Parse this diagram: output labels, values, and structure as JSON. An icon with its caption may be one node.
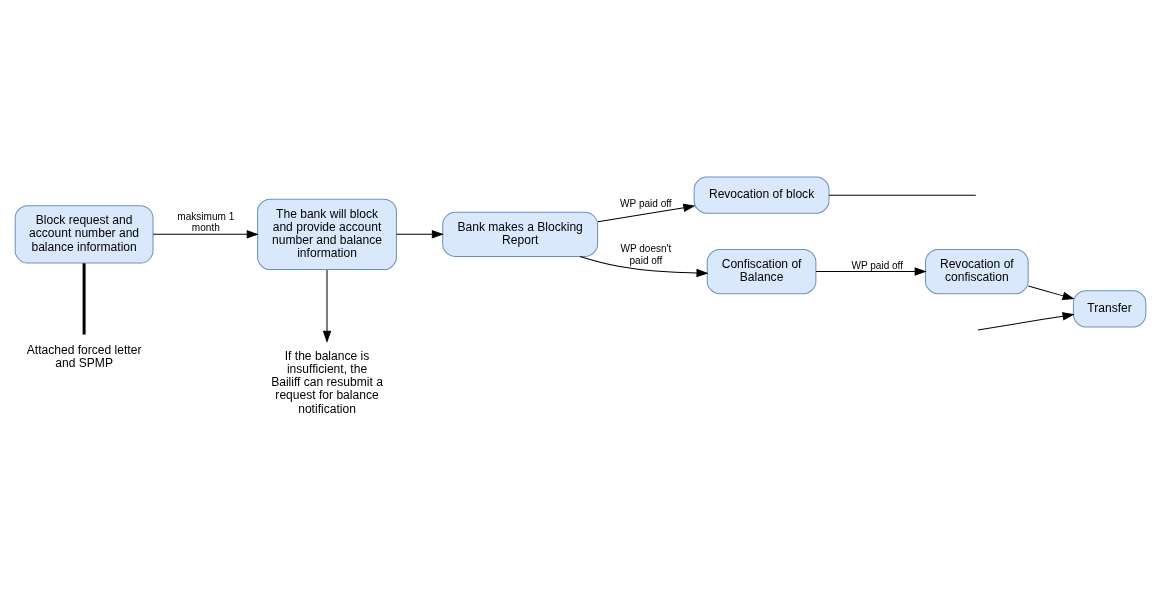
{
  "diagram": {
    "nodes": [
      {
        "text": [
          "Block request and account number and balance information"
        ]
      },
      {
        "text": [
          "Attached forced letter and SPMP"
        ]
      },
      {
        "text": [
          "The bank will block and provide account number and balance information"
        ]
      },
      {
        "text": [
          "If the balance is insufficient, the Bailiff can resubmit a request for balance notification"
        ]
      },
      {
        "text": [
          "Bank makes a Blocking Report"
        ]
      },
      {
        "text": [
          "Revocation of block"
        ]
      },
      {
        "text": [
          "Confiscation of Balance"
        ]
      },
      {
        "text": [
          "Revocation of confiscation"
        ]
      },
      {
        "text": [
          "Transfer"
        ]
      }
    ],
    "edges": [
      {
        "from": 0,
        "to": 1,
        "arrow": "none",
        "style": "thick"
      },
      {
        "from": 0,
        "to": 2,
        "arrow": "to",
        "label": "maksimum 1 month"
      },
      {
        "from": 2,
        "to": 3,
        "arrow": "to"
      },
      {
        "from": 2,
        "to": 4,
        "arrow": "to"
      },
      {
        "from": 4,
        "to": 5,
        "arrow": "to",
        "label": "WP paid off"
      },
      {
        "from": 4,
        "to": 6,
        "arrow": "to",
        "label": "WP doesn't paid off"
      },
      {
        "from": 6,
        "to": 7,
        "arrow": "to",
        "label": "WP paid off"
      },
      {
        "from": 7,
        "to": 8,
        "arrow": "to"
      },
      {
        "from": 5,
        "to": null,
        "arrow": "none"
      },
      {
        "from": null,
        "to": 8,
        "arrow": "to"
      }
    ]
  }
}
